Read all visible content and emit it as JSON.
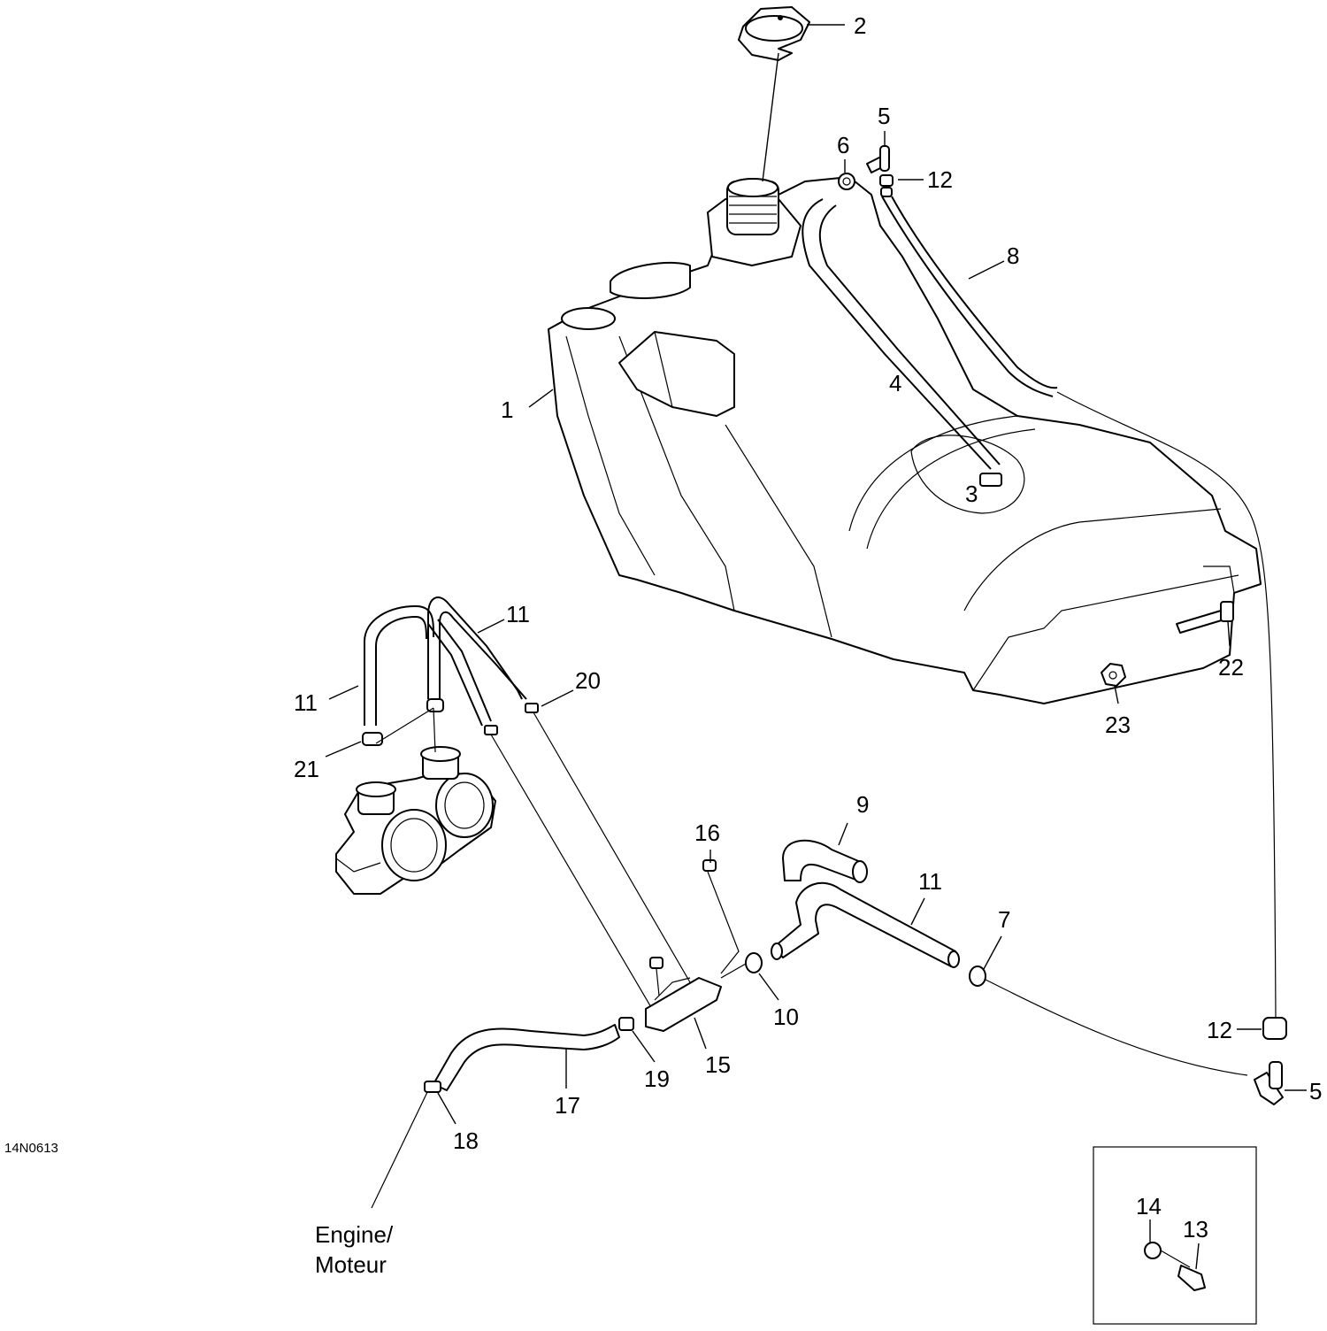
{
  "drawing_number": "14N0613",
  "engine_label": [
    "Engine/",
    "Moteur"
  ],
  "callouts": [
    {
      "id": "c1",
      "text": "1"
    },
    {
      "id": "c2",
      "text": "2"
    },
    {
      "id": "c3",
      "text": "3"
    },
    {
      "id": "c4",
      "text": "4"
    },
    {
      "id": "c5a",
      "text": "5"
    },
    {
      "id": "c5b",
      "text": "5"
    },
    {
      "id": "c6",
      "text": "6"
    },
    {
      "id": "c7",
      "text": "7"
    },
    {
      "id": "c8",
      "text": "8"
    },
    {
      "id": "c9",
      "text": "9"
    },
    {
      "id": "c10",
      "text": "10"
    },
    {
      "id": "c11a",
      "text": "11"
    },
    {
      "id": "c11b",
      "text": "11"
    },
    {
      "id": "c11c",
      "text": "11"
    },
    {
      "id": "c12a",
      "text": "12"
    },
    {
      "id": "c12b",
      "text": "12"
    },
    {
      "id": "c13",
      "text": "13"
    },
    {
      "id": "c14",
      "text": "14"
    },
    {
      "id": "c15",
      "text": "15"
    },
    {
      "id": "c16",
      "text": "16"
    },
    {
      "id": "c17",
      "text": "17"
    },
    {
      "id": "c18",
      "text": "18"
    },
    {
      "id": "c19",
      "text": "19"
    },
    {
      "id": "c20",
      "text": "20"
    },
    {
      "id": "c21",
      "text": "21"
    },
    {
      "id": "c22",
      "text": "22"
    },
    {
      "id": "c23",
      "text": "23"
    }
  ]
}
